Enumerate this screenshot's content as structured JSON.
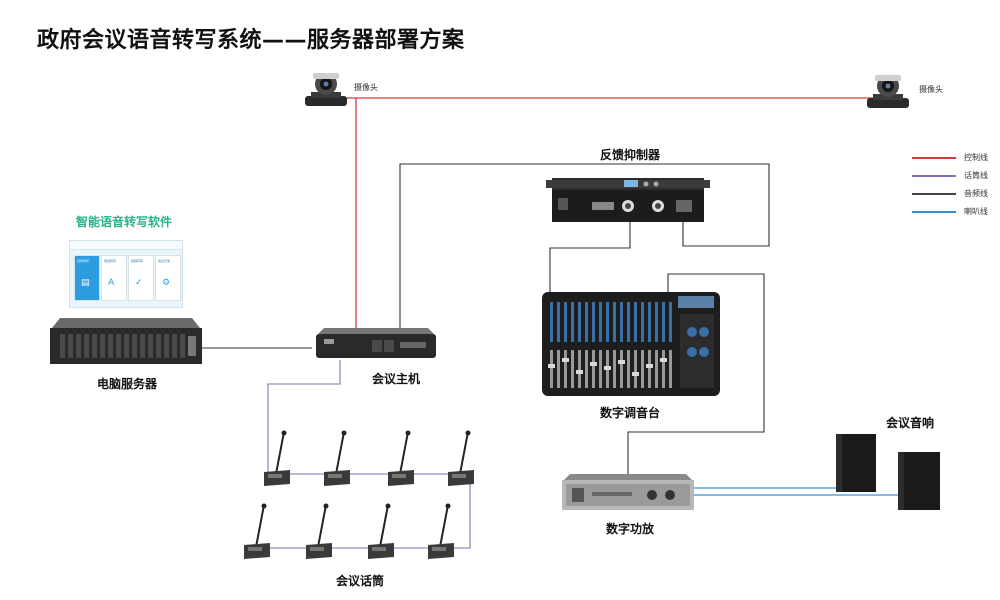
{
  "title": "政府会议语音转写系统——服务器部署方案",
  "software": {
    "title": "智能语音转写软件",
    "cards": [
      "实时转写",
      "离线转写",
      "视频转写",
      "会议记录"
    ]
  },
  "labels": {
    "camera_left": "摄像头",
    "camera_right": "摄像头",
    "feedback": "反馈抑制器",
    "server": "电脑服务器",
    "host": "会议主机",
    "mixer": "数字调音台",
    "speakers": "会议音响",
    "amp": "数字功放",
    "mics": "会议话筒"
  },
  "legend": [
    {
      "label": "控制线",
      "color": "#d33a3a"
    },
    {
      "label": "话筒线",
      "color": "#8a6bb5"
    },
    {
      "label": "音频线",
      "color": "#444444"
    },
    {
      "label": "喇叭线",
      "color": "#3a8fd0"
    }
  ],
  "colors": {
    "control": "#d33a3a",
    "mic": "#8a6bb5",
    "audio": "#333333",
    "speaker": "#3a8fd0",
    "accent": "#2bb38f"
  }
}
